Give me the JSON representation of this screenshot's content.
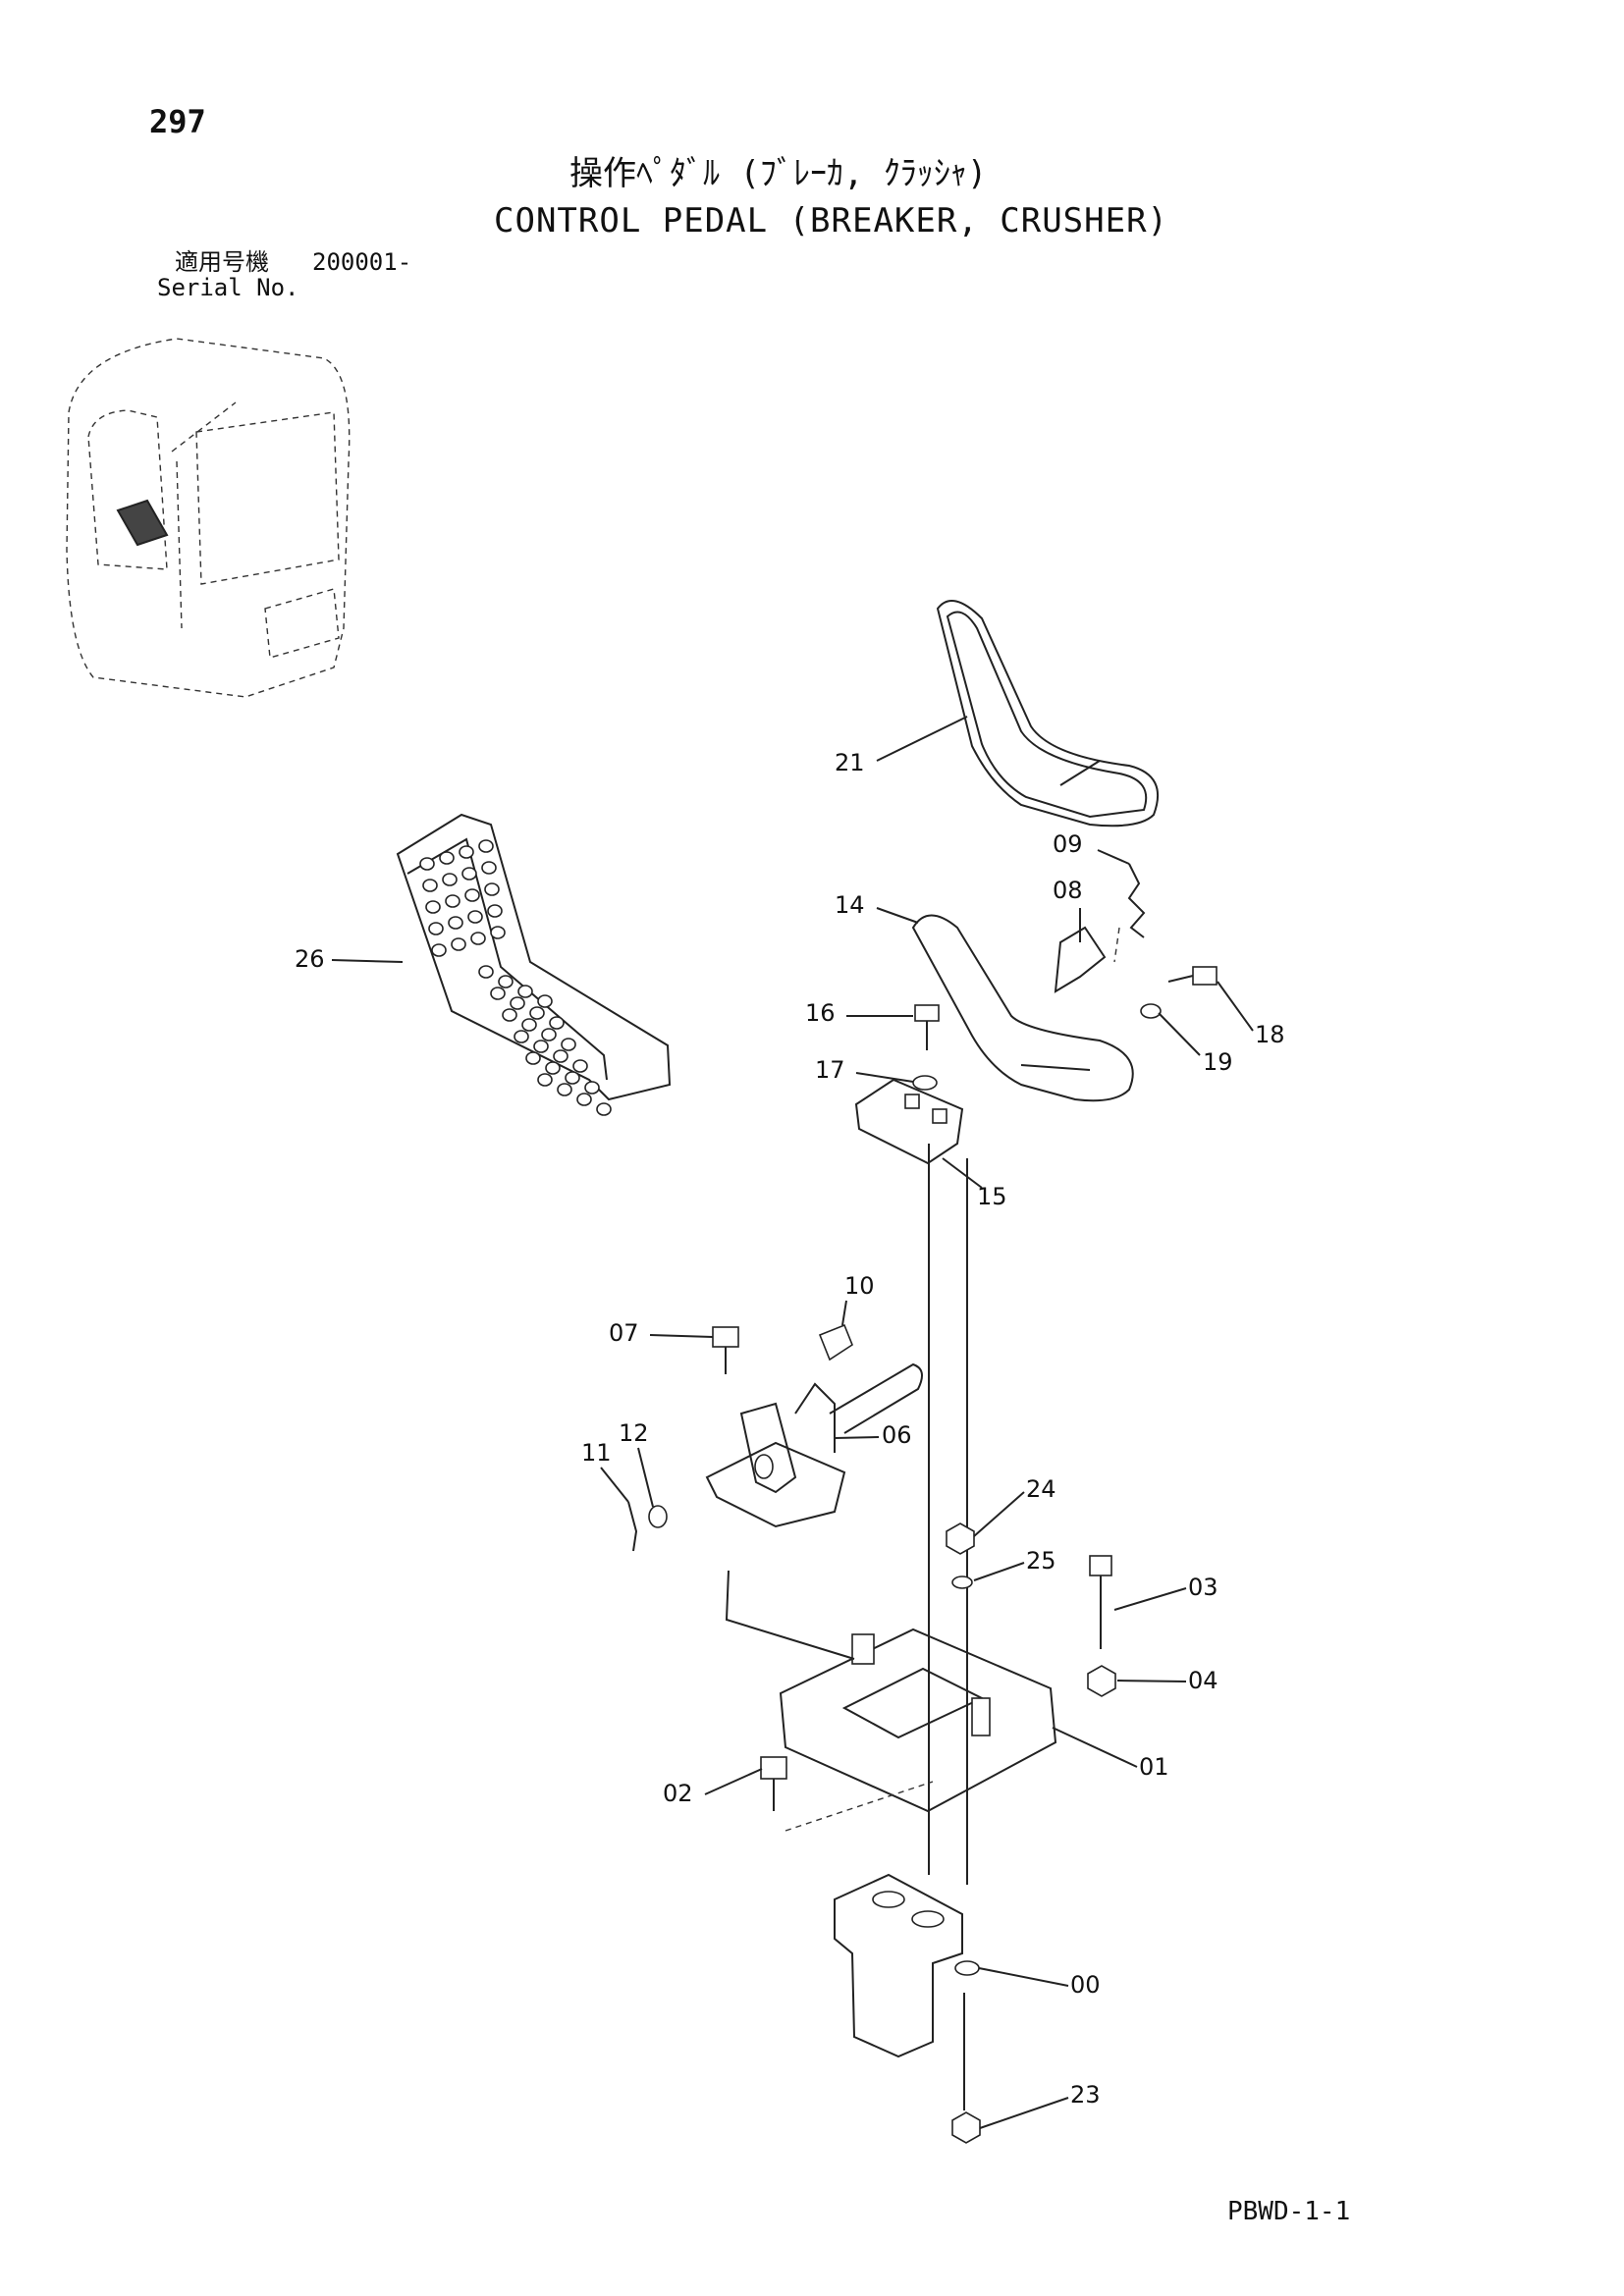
{
  "page_number": "297",
  "title_jp": "操作ﾍﾟﾀﾞﾙ (ﾌﾞﾚｰｶ, ｸﾗｯｼｬ)",
  "title_en": "CONTROL PEDAL (BREAKER, CRUSHER)",
  "serial": {
    "label_jp": "適用号機",
    "label_en": "Serial No.",
    "value": "200001-"
  },
  "footer_code": "PBWD-1-1",
  "callouts": [
    "00",
    "01",
    "02",
    "03",
    "04",
    "06",
    "07",
    "08",
    "09",
    "10",
    "11",
    "12",
    "14",
    "15",
    "16",
    "17",
    "18",
    "19",
    "21",
    "23",
    "24",
    "25",
    "26"
  ]
}
